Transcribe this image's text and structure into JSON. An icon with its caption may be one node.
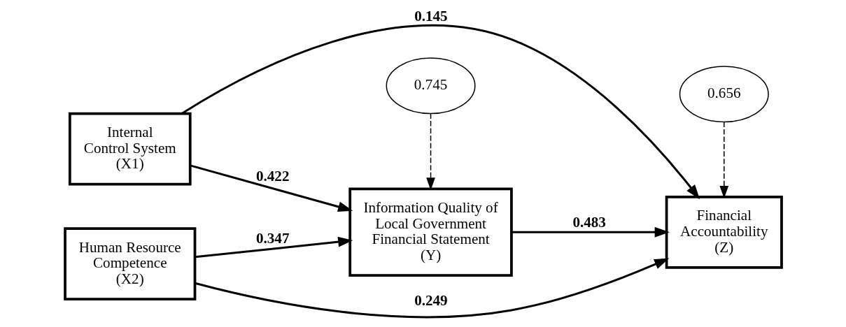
{
  "diagram": {
    "nodes": [
      {
        "text": [
          "Internal Control System (X1)"
        ]
      },
      {
        "text": [
          "Human Resource Competence (X2)"
        ]
      },
      {
        "text": [
          "Information Quality of Local Government Financial Statement (Y)"
        ]
      },
      {
        "text": [
          "Financial Accountability (Z)"
        ]
      },
      {
        "text": [
          "0.745"
        ]
      },
      {
        "text": [
          "0.656"
        ]
      }
    ],
    "edges": [
      {
        "from": 0,
        "to": 3,
        "arrow": "to",
        "label": "0.145"
      },
      {
        "from": 0,
        "to": 2,
        "arrow": "to",
        "label": "0.422"
      },
      {
        "from": 1,
        "to": 2,
        "arrow": "to",
        "label": "0.347"
      },
      {
        "from": 2,
        "to": 3,
        "arrow": "to",
        "label": "0.483"
      },
      {
        "from": 1,
        "to": 3,
        "arrow": "to",
        "label": "0.249"
      },
      {
        "from": 4,
        "to": 2,
        "arrow": "to",
        "style": "dashed"
      },
      {
        "from": 5,
        "to": 3,
        "arrow": "to",
        "style": "dashed"
      }
    ]
  }
}
